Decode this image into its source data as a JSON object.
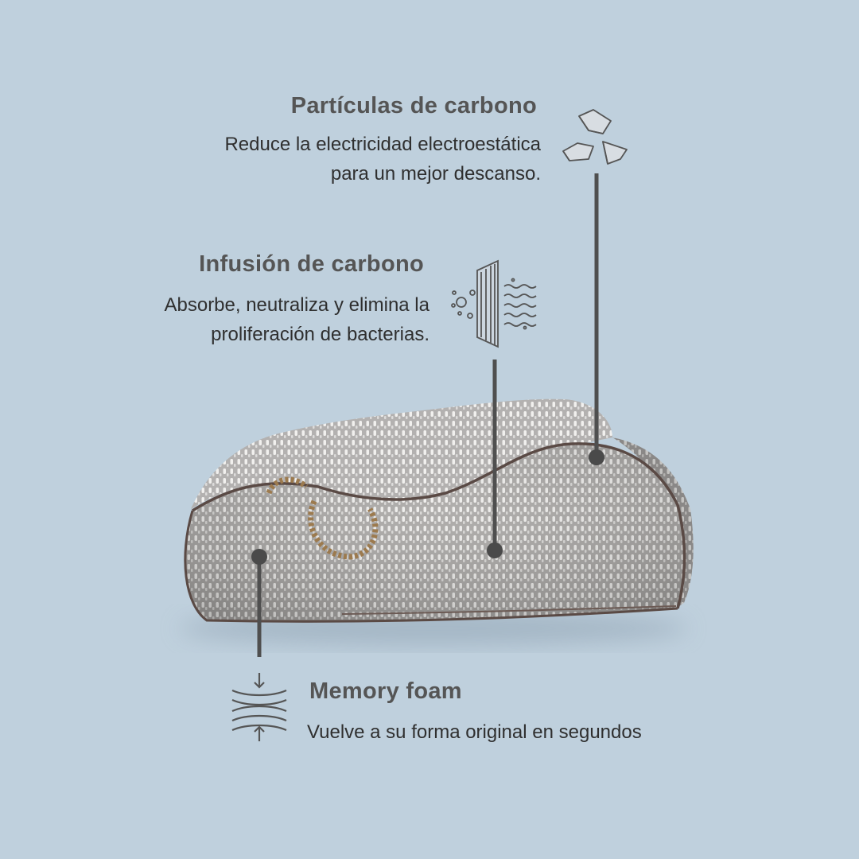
{
  "features": {
    "carbon_particles": {
      "title": "Partículas de carbono",
      "line1": "Reduce la electricidad electroestática",
      "line2": "para un mejor descanso."
    },
    "carbon_infusion": {
      "title": "Infusión de carbono",
      "line1": "Absorbe, neutraliza y elimina la",
      "line2": "proliferación de bacterias."
    },
    "memory_foam": {
      "title": "Memory foam",
      "description": "Vuelve a su forma original en segundos"
    }
  },
  "icons": {
    "carbon_particles": "carbon-crystals-icon",
    "carbon_infusion": "filter-layer-icon",
    "memory_foam": "compression-waves-icon"
  },
  "colors": {
    "background": "#bfd0dd",
    "text": "#4d4d4d",
    "pillow": "#b8b6b4",
    "piping": "#5a4a45",
    "logo": "#9c7a4e"
  }
}
